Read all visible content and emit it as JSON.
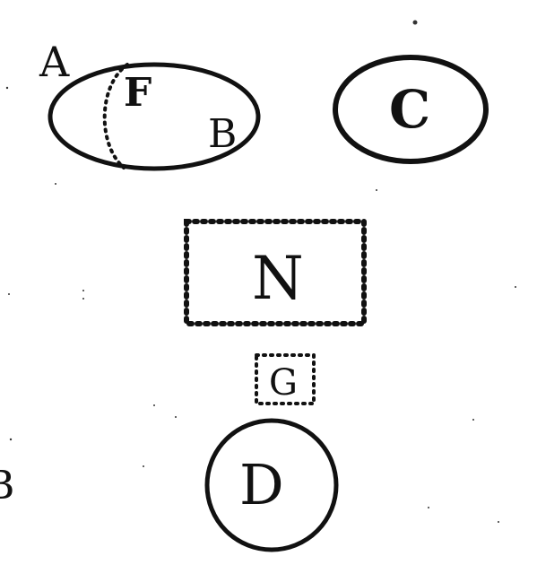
{
  "figure": {
    "labels": {
      "a": "A",
      "f": "F",
      "b": "B",
      "c": "C",
      "n": "N",
      "g": "G",
      "d": "D"
    },
    "edge_glyph": "B"
  },
  "colors": {
    "ink": "#111111",
    "paper": "#ffffff"
  }
}
